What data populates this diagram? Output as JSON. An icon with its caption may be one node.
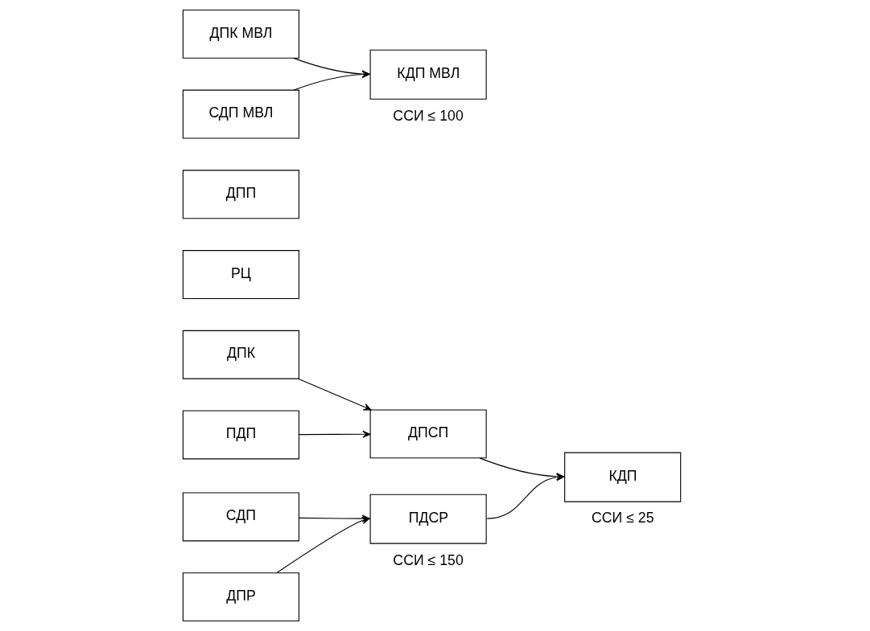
{
  "diagram": {
    "nodes": [
      {
        "text": [
          "ДПК"
        ]
      },
      {
        "text": [
          "РЦ"
        ]
      },
      {
        "text": [
          "ПДП"
        ]
      },
      {
        "text": [
          "ДПСП"
        ]
      },
      {
        "text": [
          "ДПП"
        ]
      },
      {
        "text": [
          "СДП"
        ]
      },
      {
        "text": [
          "КДП"
        ],
        "beside": [
          "ССИ ≤ 25"
        ]
      },
      {
        "text": [
          "ДПР"
        ]
      },
      {
        "text": [
          "ПДСР"
        ],
        "beside": [
          "ССИ ≤ 150"
        ]
      },
      {
        "text": [
          "ДПК МВЛ"
        ]
      },
      {
        "text": [
          "КДП МВЛ"
        ],
        "beside": [
          "ССИ ≤ 100"
        ]
      },
      {
        "text": [
          "СДП МВЛ"
        ]
      }
    ],
    "edges": [
      {
        "from": 0,
        "to": 3,
        "arrow": "to"
      },
      {
        "from": 2,
        "to": 3,
        "arrow": "to"
      },
      {
        "from": 5,
        "to": 8,
        "arrow": "to"
      },
      {
        "from": 7,
        "to": 8,
        "arrow": "to"
      },
      {
        "from": 3,
        "to": 6,
        "arrow": "to"
      },
      {
        "from": 8,
        "to": 6,
        "arrow": "to"
      },
      {
        "from": 9,
        "to": 10,
        "arrow": "to"
      },
      {
        "from": 11,
        "to": 10,
        "arrow": "to"
      }
    ]
  }
}
